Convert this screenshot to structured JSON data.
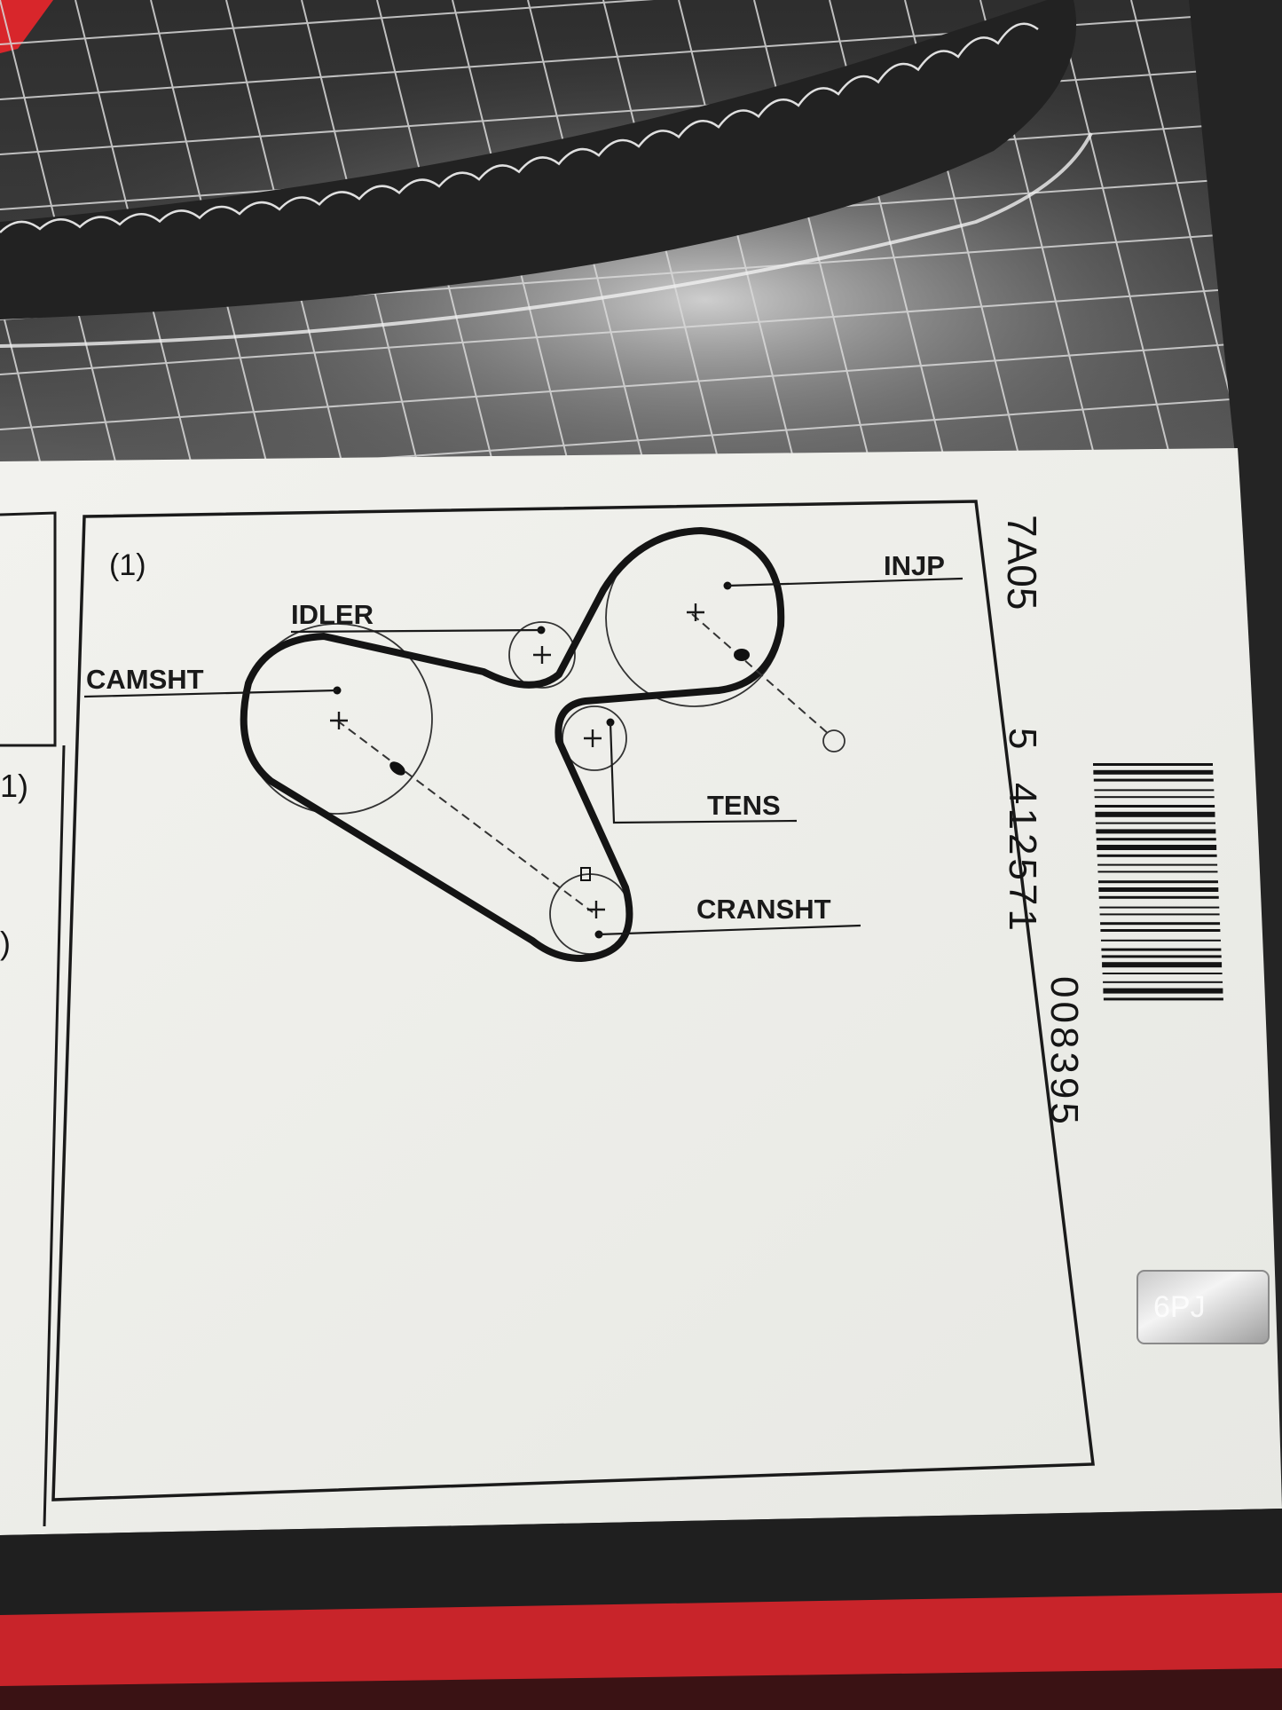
{
  "diagram": {
    "figure_number": "(1)",
    "labels": {
      "camshaft": "CAMSHT",
      "idler": "IDLER",
      "injection_pump": "INJP",
      "tensioner": "TENS",
      "crankshaft": "CRANSHT"
    }
  },
  "edge_fragments": {
    "left_1": "1)",
    "left_2": ")"
  },
  "side_panel": {
    "code": "7A05",
    "barcode_digits": {
      "first": "5",
      "group_1": "412571",
      "group_2": "008395"
    }
  },
  "sticker": {
    "text": "6PJ"
  },
  "colors": {
    "paper": "#efefea",
    "ink": "#1a1a1a",
    "box_dark": "#2b2b2b",
    "brand_red": "#d8262b"
  }
}
